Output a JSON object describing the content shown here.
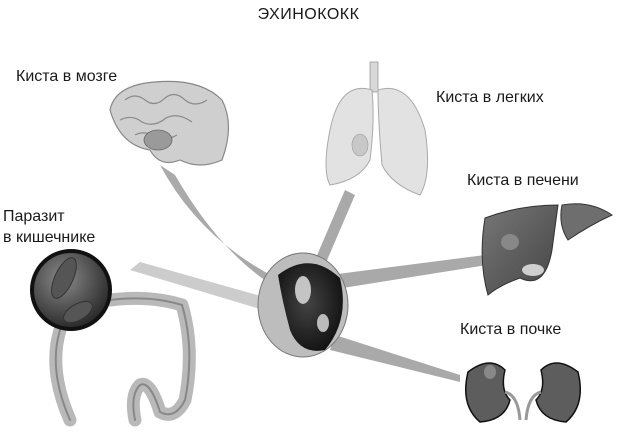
{
  "title": "ЭХИНОКОКК",
  "labels": {
    "brain": "Киста в мозге",
    "lungs": "Киста в легких",
    "liver": "Киста в печени",
    "kidney": "Киста в почке",
    "intestine_line1": "Паразит",
    "intestine_line2": "в кишечнике"
  },
  "colors": {
    "rays": "#9a9a9a",
    "organ_light": "#d9d9d9",
    "organ_dark": "#5a5a5a",
    "cyst_dark": "#2a2a2a"
  }
}
